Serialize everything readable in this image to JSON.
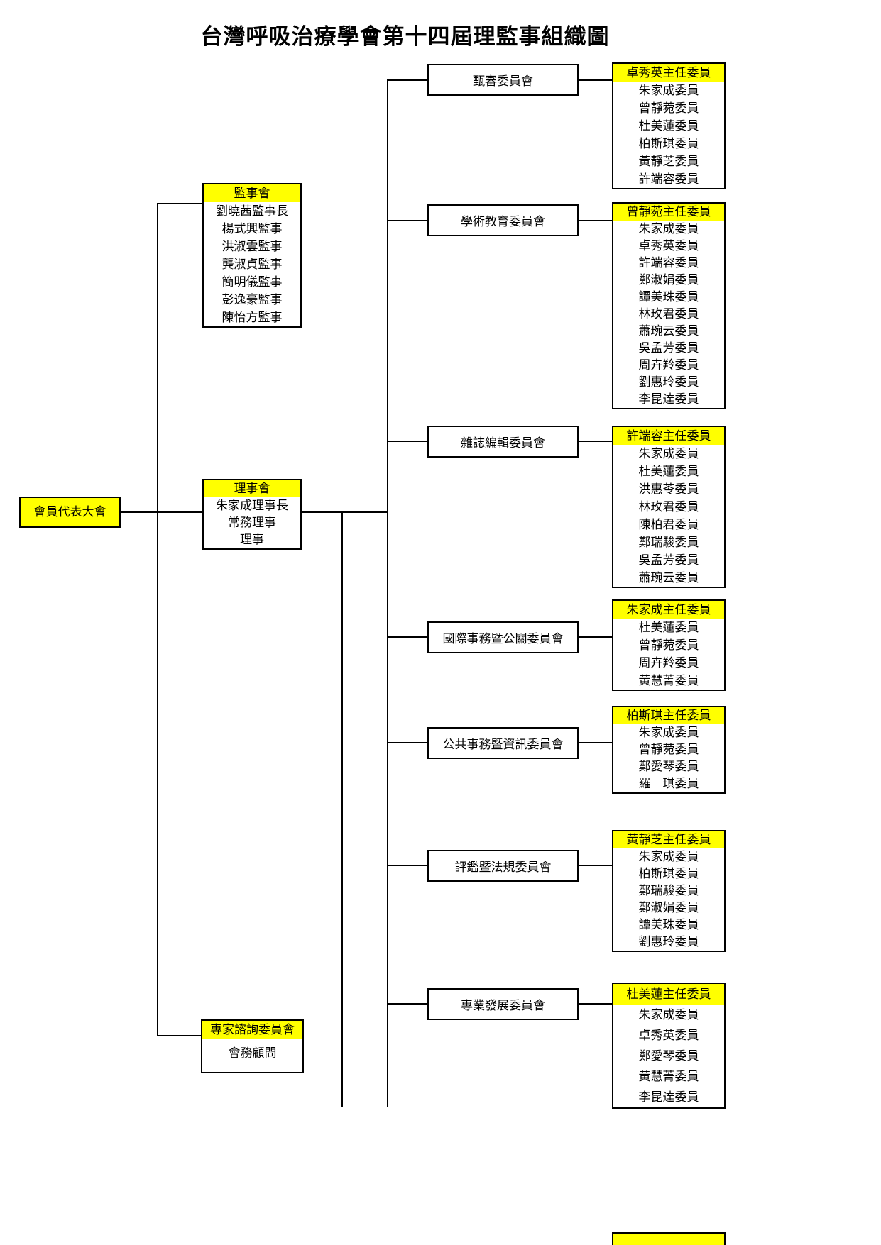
{
  "title": "台灣呼吸治療學會第十四屆理監事組織圖",
  "colors": {
    "highlight": "#ffff00",
    "line": "#000000",
    "background": "#ffffff"
  },
  "assembly": {
    "label": "會員代表大會"
  },
  "supervisory_board": {
    "header": "監事會",
    "members": [
      "劉曉茜監事長",
      "楊式興監事",
      "洪淑雲監事",
      "龔淑貞監事",
      "簡明儀監事",
      "彭逸豪監事",
      "陳怡方監事"
    ]
  },
  "board_of_directors": {
    "header": "理事會",
    "members": [
      "朱家成理事長",
      "常務理事",
      "理事"
    ]
  },
  "advisory_committee": {
    "header": "專家諮詢委員會",
    "members": [
      "會務顧問"
    ]
  },
  "committees": [
    {
      "name": "甄審委員會",
      "chair": "卓秀英主任委員",
      "members": [
        "朱家成委員",
        "曾靜菀委員",
        "杜美蓮委員",
        "柏斯琪委員",
        "黃靜芝委員",
        "許端容委員"
      ]
    },
    {
      "name": "學術教育委員會",
      "chair": "曾靜菀主任委員",
      "members": [
        "朱家成委員",
        "卓秀英委員",
        "許端容委員",
        "鄭淑娟委員",
        "譚美珠委員",
        "林玫君委員",
        "蕭琬云委員",
        "吳孟芳委員",
        "周卉羚委員",
        "劉惠玲委員",
        "李昆達委員"
      ]
    },
    {
      "name": "雜誌編輯委員會",
      "chair": "許端容主任委員",
      "members": [
        "朱家成委員",
        "杜美蓮委員",
        "洪惠苓委員",
        "林玫君委員",
        "陳柏君委員",
        "鄭瑞駿委員",
        "吳孟芳委員",
        "蕭琬云委員"
      ]
    },
    {
      "name": "國際事務暨公關委員會",
      "chair": "朱家成主任委員",
      "members": [
        "杜美蓮委員",
        "曾靜菀委員",
        "周卉羚委員",
        "黃慧菁委員"
      ]
    },
    {
      "name": "公共事務暨資訊委員會",
      "chair": "柏斯琪主任委員",
      "members": [
        "朱家成委員",
        "曾靜菀委員",
        "鄭愛琴委員",
        "羅　琪委員"
      ]
    },
    {
      "name": "評鑑暨法規委員會",
      "chair": "黃靜芝主任委員",
      "members": [
        "朱家成委員",
        "柏斯琪委員",
        "鄭瑞駿委員",
        "鄭淑娟委員",
        "譚美珠委員",
        "劉惠玲委員"
      ]
    },
    {
      "name": "專業發展委員會",
      "chair": "杜美蓮主任委員",
      "members": [
        "朱家成委員",
        "卓秀英委員",
        "鄭愛琴委員",
        "黃慧菁委員",
        "李昆達委員"
      ]
    }
  ]
}
